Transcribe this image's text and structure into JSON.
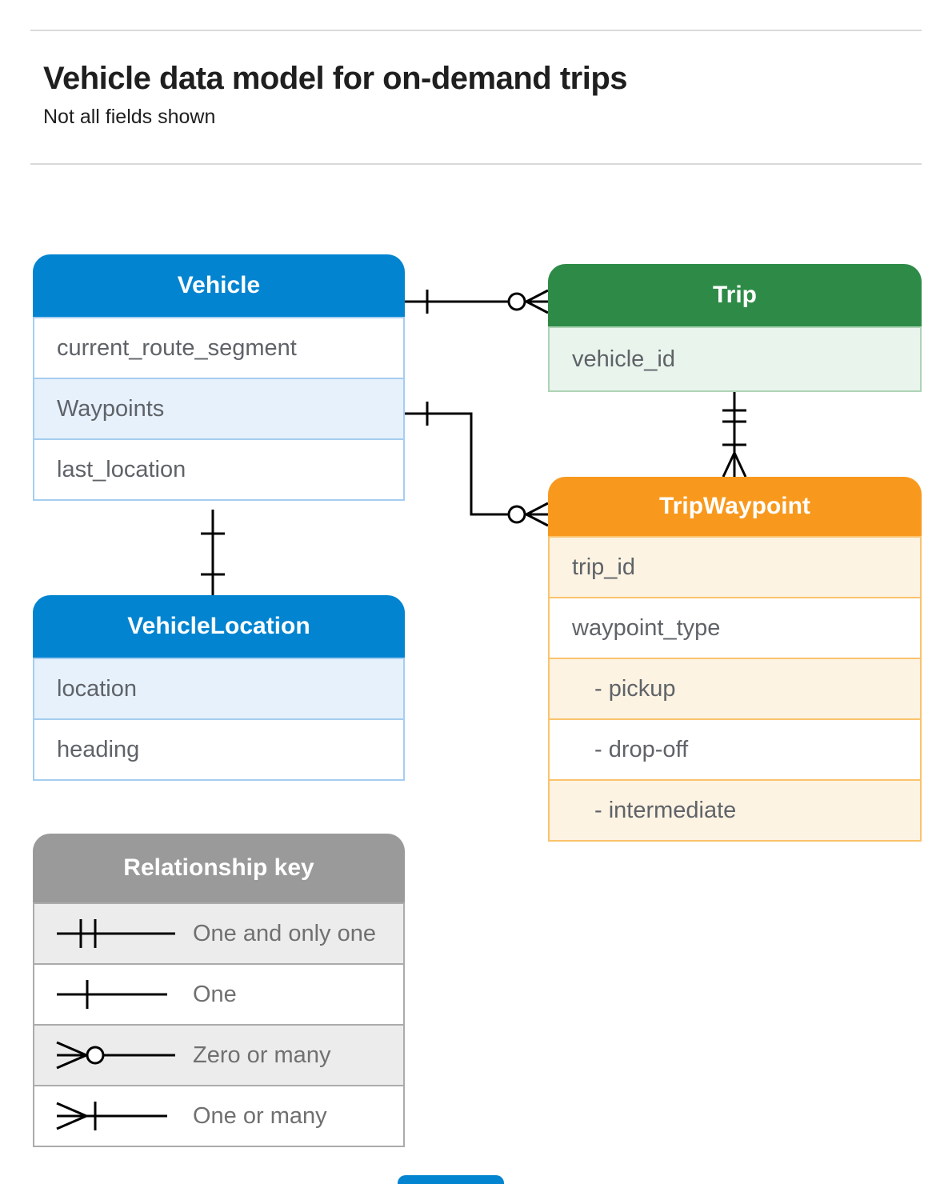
{
  "page": {
    "title": "Vehicle data model for on-demand trips",
    "subtitle": "Not all fields shown"
  },
  "entities": {
    "vehicle": {
      "title": "Vehicle",
      "fields": [
        "current_route_segment",
        "Waypoints",
        "last_location"
      ]
    },
    "trip": {
      "title": "Trip",
      "fields": [
        "vehicle_id"
      ]
    },
    "trip_waypoint": {
      "title": "TripWaypoint",
      "fields": [
        "trip_id",
        "waypoint_type",
        "- pickup",
        "- drop-off",
        "- intermediate"
      ]
    },
    "vehicle_location": {
      "title": "VehicleLocation",
      "fields": [
        "location",
        "heading"
      ]
    }
  },
  "relationships": [
    {
      "from": "Vehicle",
      "to": "Trip",
      "from_cardinality": "one",
      "to_cardinality": "zero-or-many"
    },
    {
      "from": "Vehicle.Waypoints",
      "to": "TripWaypoint",
      "from_cardinality": "one",
      "to_cardinality": "zero-or-many"
    },
    {
      "from": "Trip",
      "to": "TripWaypoint",
      "from_cardinality": "one-and-only-one",
      "to_cardinality": "one-or-many"
    },
    {
      "from": "Vehicle",
      "to": "VehicleLocation",
      "from_cardinality": "one",
      "to_cardinality": "one"
    }
  ],
  "legend": {
    "title": "Relationship key",
    "items": [
      {
        "symbol": "one-and-only-one",
        "label": "One and only one"
      },
      {
        "symbol": "one",
        "label": "One"
      },
      {
        "symbol": "zero-or-many",
        "label": "Zero or many"
      },
      {
        "symbol": "one-or-many",
        "label": "One or many"
      }
    ]
  },
  "colors": {
    "blue": "#0284d0",
    "blue_light_row": "#e7f1fc",
    "blue_border": "#a6cdf0",
    "green": "#2e8b47",
    "green_light_row": "#e9f4ed",
    "green_border": "#aed3b5",
    "orange": "#f8991e",
    "orange_light_row": "#fdf3e3",
    "orange_border": "#fac36c",
    "gray": "#9a9a9a",
    "gray_light_row": "#ececec",
    "gray_border": "#ababab",
    "line": "#000000",
    "field_text": "#5f6368",
    "key_text": "#707070",
    "title_text": "#1f1f1f",
    "rule": "#d9d9d9"
  }
}
